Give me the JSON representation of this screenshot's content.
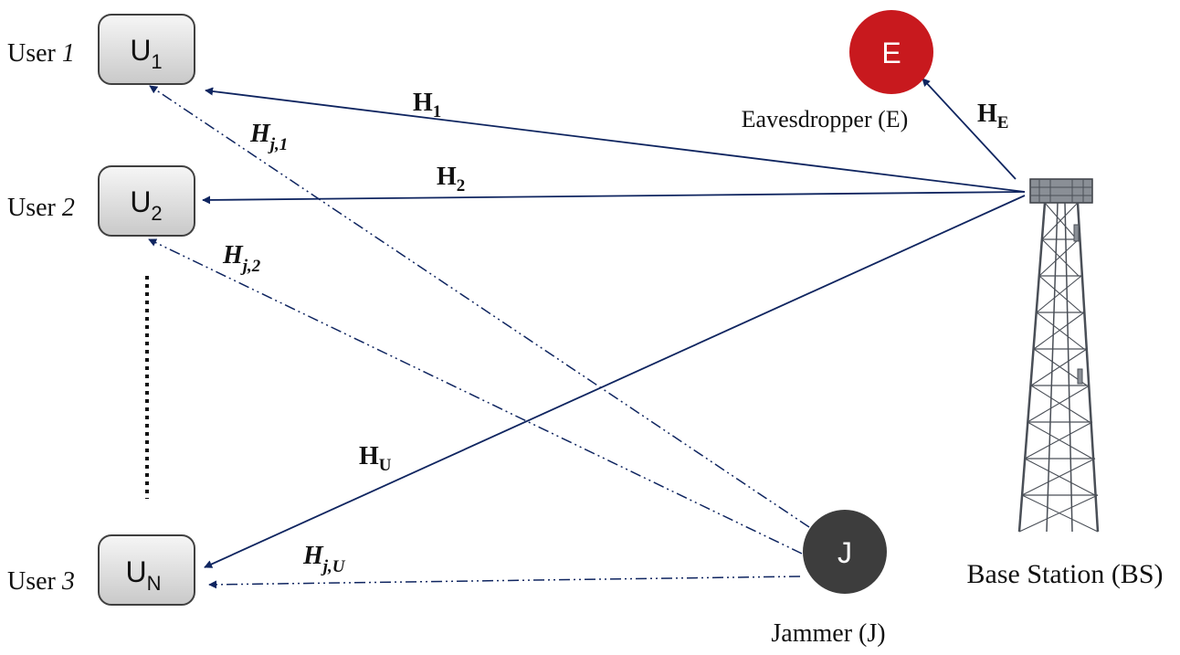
{
  "users": [
    {
      "label_prefix": "User ",
      "label_index": "1",
      "box_main": "U",
      "box_sub": "1"
    },
    {
      "label_prefix": "User ",
      "label_index": "2",
      "box_main": "U",
      "box_sub": "2"
    },
    {
      "label_prefix": "User ",
      "label_index": "3",
      "box_main": "U",
      "box_sub": "N"
    }
  ],
  "eavesdropper": {
    "node_letter": "E",
    "label": "Eavesdropper (E)",
    "color": "#c8191e"
  },
  "jammer": {
    "node_letter": "J",
    "label": "Jammer (J)",
    "color": "#3d3d3d"
  },
  "base_station": {
    "label": "Base Station (BS)"
  },
  "channels": {
    "h1": {
      "main": "H",
      "sub": "1"
    },
    "h2": {
      "main": "H",
      "sub": "2"
    },
    "hu": {
      "main": "H",
      "sub": "U"
    },
    "he": {
      "main": "H",
      "sub": "E"
    },
    "hj1": {
      "main": "H",
      "sub": "j,1"
    },
    "hj2": {
      "main": "H",
      "sub": "j,2"
    },
    "hju": {
      "main": "H",
      "sub": "j,U"
    }
  },
  "colors": {
    "link": "#0f2560",
    "box_border": "#404040"
  }
}
